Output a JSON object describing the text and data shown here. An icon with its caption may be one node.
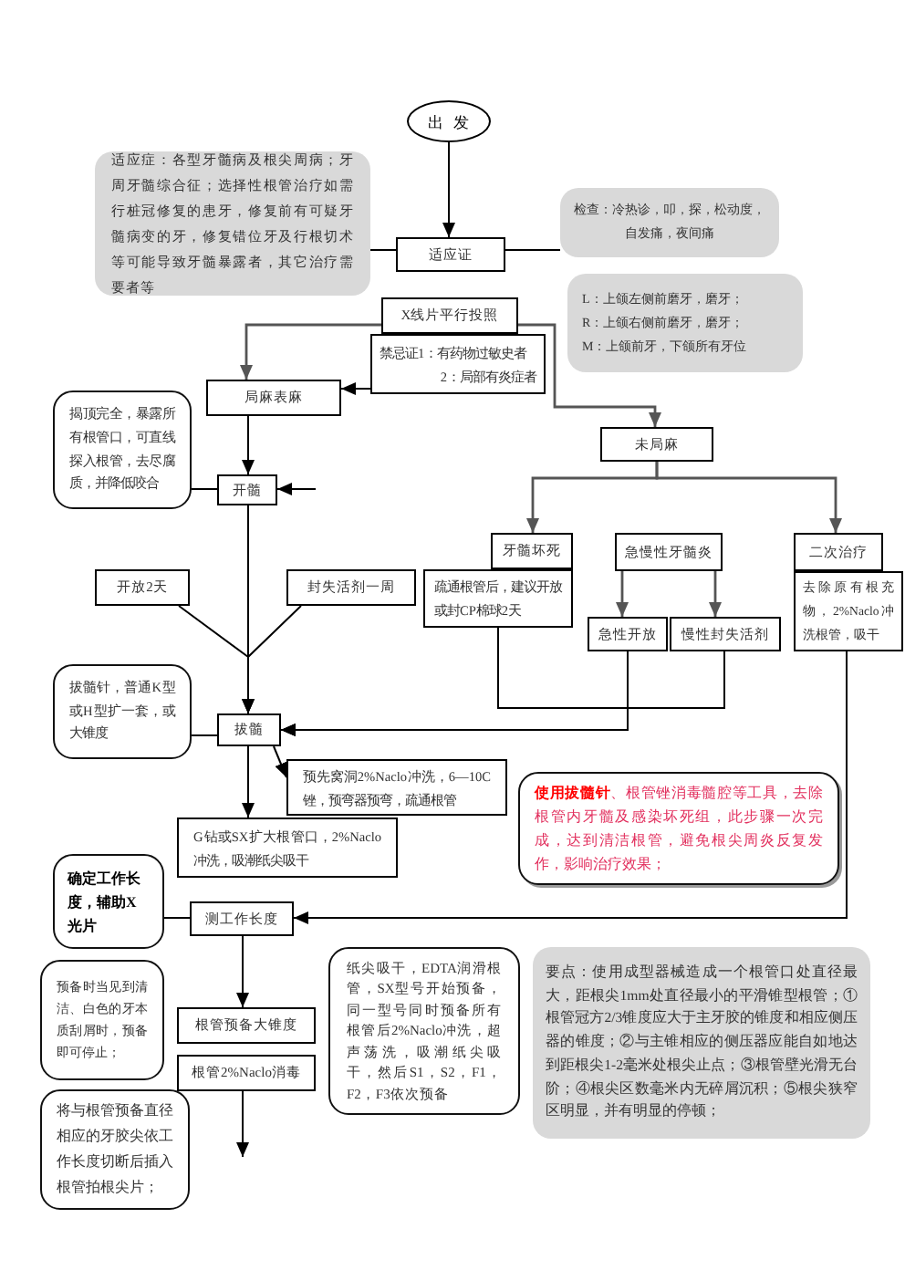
{
  "diagram": {
    "nodes": [
      {
        "text": [
          "出发"
        ]
      },
      {
        "text": [
          "适应症：各型牙髓病及根尖周病；牙周牙髓综合征；选择性根管治疗如需行桩冠修复的患牙，修复前有可疑牙髓病变的牙，修复错位牙及行根切术等可能导致牙髓暴露者，其它治疗需要者等"
        ]
      },
      {
        "text": [
          "适应证"
        ]
      },
      {
        "text": [
          "检查：冷热诊，叩，探，松动度，自发痛，夜间痛"
        ]
      },
      {
        "text": [
          "L：上颌左侧前磨牙，磨牙；",
          "R：上颌右侧前磨牙，磨牙；",
          "M：上颌前牙，下颌所有牙位"
        ]
      },
      {
        "text": [
          "X线片平行投照"
        ]
      },
      {
        "text": [
          "禁忌证1：有药物过敏史者",
          "2：局部有炎症者"
        ]
      },
      {
        "text": [
          "局麻表麻"
        ]
      },
      {
        "text": [
          "揭顶完全，暴露所有根管口，可直线探入根管，去尽腐质，并降低咬合"
        ]
      },
      {
        "text": [
          "开髓"
        ]
      },
      {
        "text": [
          "未局麻"
        ]
      },
      {
        "text": [
          "开放2天"
        ]
      },
      {
        "text": [
          "封失活剂一周"
        ]
      },
      {
        "text": [
          "牙髓坏死"
        ]
      },
      {
        "text": [
          "疏通根管后，建议开放或封CP棉球2天"
        ]
      },
      {
        "text": [
          "急慢性牙髓炎"
        ]
      },
      {
        "text": [
          "急性开放"
        ]
      },
      {
        "text": [
          "慢性封失活剂"
        ]
      },
      {
        "text": [
          "二次治疗"
        ]
      },
      {
        "text": [
          "去除原有根充物，2%Naclo冲洗根管，吸干"
        ]
      },
      {
        "text": [
          "拔髓针，普通K型或H型扩一套，或大锥度"
        ]
      },
      {
        "text": [
          "拔髓"
        ]
      },
      {
        "text": [
          "预先窝洞2%Naclo冲洗，6—10C锉，预弯器预弯，疏通根管"
        ]
      },
      {
        "text": [
          "G钻或SX扩大根管口，2%Naclo冲洗，吸潮纸尖吸干"
        ]
      },
      {
        "text": [
          "**使用拔髓针**、根管锉消毒髓腔等工具，去除根管内牙髓及感染坏死组，此步骤一次完成，达到清洁根管，避免根尖周炎反复发作，影响治疗效果；"
        ]
      },
      {
        "text": [
          "确定工作长度，辅助X光片"
        ]
      },
      {
        "text": [
          "测工作长度"
        ]
      },
      {
        "text": [
          "预备时当见到清洁、白色的牙本质刮屑时，预备即可停止；"
        ]
      },
      {
        "text": [
          "根管预备大锥度"
        ]
      },
      {
        "text": [
          "纸尖吸干，EDTA润滑根管，SX型号开始预备，同一型号同时预备所有根管后2%Naclo冲洗，超声荡洗，吸潮纸尖吸干，然后S1，S2，F1，F2，F3依次预备"
        ]
      },
      {
        "text": [
          "要点：使用成型器械造成一个根管口处直径最大，距根尖1mm处直径最小的平滑锥型根管；①根管冠方2/3锥度应大于主牙胶的锥度和相应侧压器的锥度；②与主锥相应的侧压器应能自如地达到距根尖1-2毫米处根尖止点；③根管壁光滑无台阶；④根尖区数毫米内无碎屑沉积；⑤根尖狭窄区明显，并有明显的停顿；"
        ]
      },
      {
        "text": [
          "根管2%Naclo消毒"
        ]
      },
      {
        "text": [
          "将与根管预备直径相应的牙胶尖依工作长度切断后插入根管拍根尖片；"
        ]
      }
    ],
    "edges": [
      {
        "from": 0,
        "to": 2,
        "arrow": "to"
      },
      {
        "from": 1,
        "to": 2,
        "arrow": "none"
      },
      {
        "from": 2,
        "to": 3,
        "arrow": "none"
      },
      {
        "from": 5,
        "to": 7,
        "arrow": "to",
        "color": "#555555"
      },
      {
        "from": 5,
        "to": 10,
        "arrow": "to",
        "color": "#555555"
      },
      {
        "from": 6,
        "to": 7,
        "arrow": "to"
      },
      {
        "from": 7,
        "to": 9,
        "arrow": "to"
      },
      {
        "from": 8,
        "to": 9,
        "arrow": "none"
      },
      {
        "from": null,
        "to": 9,
        "arrow": "to"
      },
      {
        "from": 10,
        "to": 13,
        "arrow": "to",
        "color": "#555555"
      },
      {
        "from": 10,
        "to": 18,
        "arrow": "to",
        "color": "#555555"
      },
      {
        "from": 15,
        "to": 16,
        "arrow": "to",
        "color": "#555555"
      },
      {
        "from": 15,
        "to": 17,
        "arrow": "to",
        "color": "#555555"
      },
      {
        "from": 9,
        "to": 21,
        "arrow": "to"
      },
      {
        "from": 11,
        "to": 21,
        "arrow": "to"
      },
      {
        "from": 12,
        "to": 21,
        "arrow": "to"
      },
      {
        "from": 14,
        "to": 21,
        "arrow": "to"
      },
      {
        "from": 16,
        "to": 21,
        "arrow": "to"
      },
      {
        "from": 17,
        "to": 21,
        "arrow": "to"
      },
      {
        "from": 20,
        "to": 21,
        "arrow": "none"
      },
      {
        "from": 21,
        "to": 23,
        "arrow": "to"
      },
      {
        "from": 21,
        "to": 22,
        "arrow": "to"
      },
      {
        "from": 19,
        "to": 26,
        "arrow": "to"
      },
      {
        "from": 25,
        "to": 26,
        "arrow": "none"
      },
      {
        "from": 26,
        "to": 28,
        "arrow": "to"
      },
      {
        "from": 31,
        "to": null,
        "arrow": "to"
      }
    ]
  }
}
